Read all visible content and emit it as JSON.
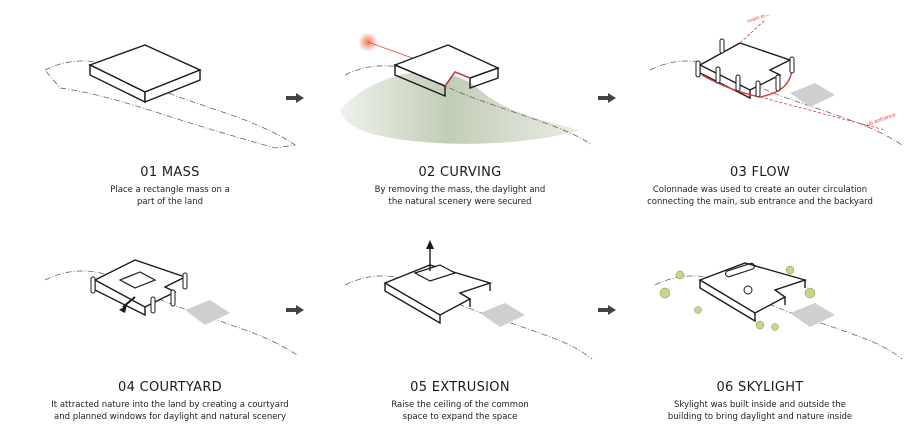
{
  "colors": {
    "line": "#1a1a1a",
    "dash": "#555555",
    "accent": "#e0383b",
    "sun": "#f07a5a",
    "hill": "#8fa47a",
    "shadow": "#cfcfcf",
    "tree": "#c9d48a"
  },
  "icons": {
    "step_arrow": "right-arrow-icon"
  },
  "steps": [
    {
      "title": "01 MASS",
      "desc1": "Place a rectangle mass on a",
      "desc2": "part of the land"
    },
    {
      "title": "02 CURVING",
      "desc1": "By removing the mass, the daylight and",
      "desc2": "the natural scenery were secured"
    },
    {
      "title": "03 FLOW",
      "desc1": "Colonnade was used to create an outer circulation",
      "desc2": "connecting the main, sub entrance and the backyard",
      "labels": [
        "main entrance",
        "sub entrance"
      ]
    },
    {
      "title": "04 COURTYARD",
      "desc1": "It attracted nature into the land by creating a courtyard",
      "desc2": "and planned windows for daylight and natural scenery"
    },
    {
      "title": "05 EXTRUSION",
      "desc1": "Raise the ceiling of the common",
      "desc2": "space to expand the space"
    },
    {
      "title": "06 SKYLIGHT",
      "desc1": "Skylight was built inside and outside the",
      "desc2": "building to bring daylight and nature inside"
    }
  ]
}
